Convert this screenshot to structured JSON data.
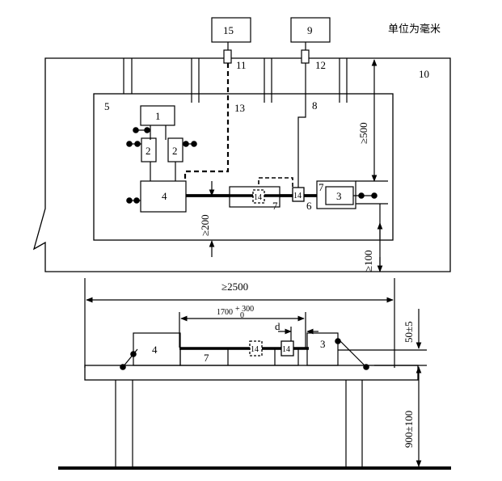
{
  "unit_note": "单位为毫米",
  "labels": {
    "n1": "1",
    "n2a": "2",
    "n2b": "2",
    "n3": "3",
    "n4": "4",
    "n5": "5",
    "n6": "6",
    "n7a": "7",
    "n7b": "7",
    "n8": "8",
    "n9": "9",
    "n10": "10",
    "n11": "11",
    "n12": "12",
    "n13": "13",
    "n14a": "14",
    "n14b": "14",
    "n15": "15",
    "e3": "3",
    "e4": "4",
    "e7": "7",
    "e14a": "14",
    "e14b": "14"
  },
  "dims": {
    "d500": "≥500",
    "d200": "≥200",
    "d100": "≥100",
    "d2500": "≥2500",
    "d1700": "1700",
    "d1700_tol": "+ 300",
    "d1700_tol_low": "0",
    "d_label": "d",
    "d50": "50±5",
    "d900": "900±100"
  }
}
